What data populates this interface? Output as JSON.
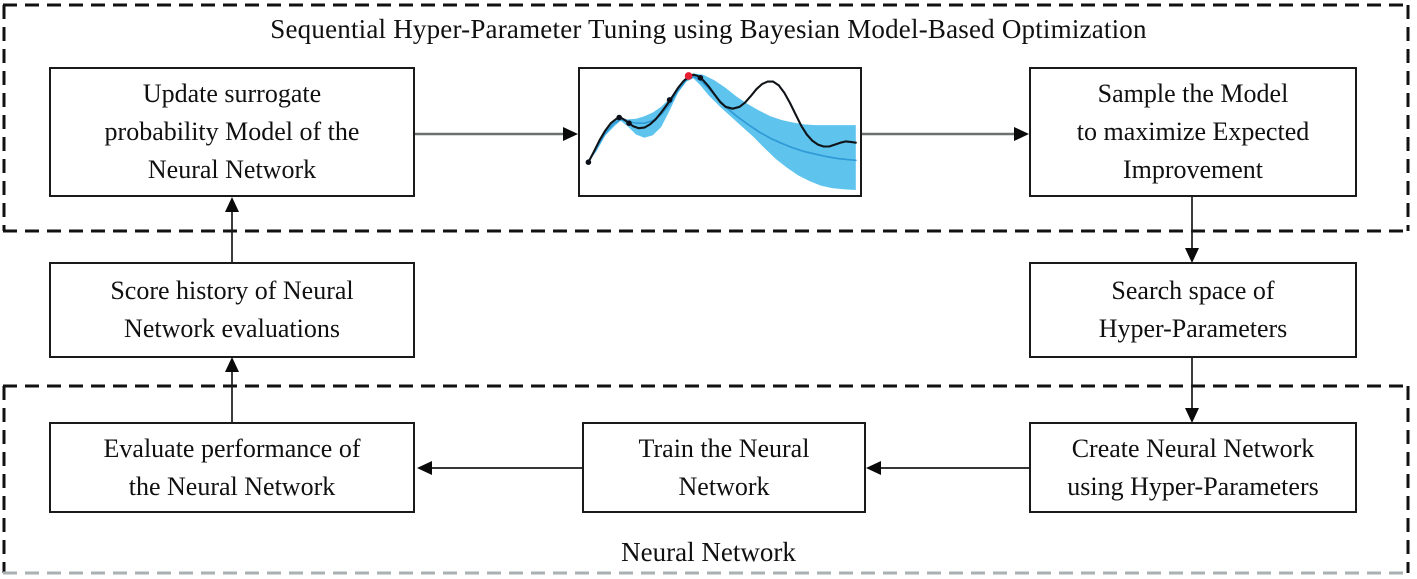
{
  "top_section": {
    "title": "Sequential Hyper-Parameter Tuning using Bayesian Model-Based Optimization"
  },
  "bottom_section": {
    "label": "Neural Network"
  },
  "boxes": {
    "update_surrogate": {
      "lines": [
        "Update surrogate",
        "probability Model of the",
        "Neural Network"
      ]
    },
    "sample_model": {
      "lines": [
        "Sample the Model",
        "to maximize Expected",
        "Improvement"
      ]
    },
    "score_history": {
      "lines": [
        "Score history of Neural",
        "Network evaluations"
      ]
    },
    "search_space": {
      "lines": [
        "Search space of",
        "Hyper-Parameters"
      ]
    },
    "evaluate_performance": {
      "lines": [
        "Evaluate performance of",
        "the Neural Network"
      ]
    },
    "train_network": {
      "lines": [
        "Train the Neural",
        "Network"
      ]
    },
    "create_network": {
      "lines": [
        "Create Neural Network",
        "using Hyper-Parameters"
      ]
    }
  },
  "connections": [
    {
      "from": "update_surrogate",
      "to": "surrogate_plot"
    },
    {
      "from": "surrogate_plot",
      "to": "sample_model"
    },
    {
      "from": "sample_model",
      "to": "search_space"
    },
    {
      "from": "search_space",
      "to": "create_network"
    },
    {
      "from": "create_network",
      "to": "train_network"
    },
    {
      "from": "train_network",
      "to": "evaluate_performance"
    },
    {
      "from": "evaluate_performance",
      "to": "score_history"
    },
    {
      "from": "score_history",
      "to": "update_surrogate"
    }
  ],
  "colors": {
    "box_border": "#1a1a1a",
    "dashed_border": "#111111",
    "dashed_border_bottom_edge": "#a9b1b3",
    "horizontal_arrow_line": "#6b7070",
    "vertical_arrow_line": "#1a1a1a",
    "arrowhead": "#0a0a0a"
  },
  "chart_data": {
    "type": "line",
    "title": "",
    "xlabel": "",
    "ylabel": "",
    "axes_visible": false,
    "description": "Gaussian process surrogate model illustration: true function, surrogate mean, uncertainty band, observed points and proposed (red) sample. Coordinates are fractions of plot area, y measured from top.",
    "colors": {
      "band": "#5ec4ee",
      "mean": "#2f9ad6",
      "true_function": "#101418",
      "observation": "#0a0f1a",
      "proposed": "#e61c30"
    },
    "series": {
      "true_function": [
        [
          0.03,
          0.74
        ],
        [
          0.05,
          0.655
        ],
        [
          0.07,
          0.565
        ],
        [
          0.09,
          0.49
        ],
        [
          0.11,
          0.43
        ],
        [
          0.13,
          0.395
        ],
        [
          0.145,
          0.385
        ],
        [
          0.16,
          0.405
        ],
        [
          0.175,
          0.43
        ],
        [
          0.19,
          0.455
        ],
        [
          0.21,
          0.47
        ],
        [
          0.23,
          0.465
        ],
        [
          0.25,
          0.44
        ],
        [
          0.27,
          0.4
        ],
        [
          0.29,
          0.345
        ],
        [
          0.31,
          0.285
        ],
        [
          0.33,
          0.22
        ],
        [
          0.35,
          0.15
        ],
        [
          0.37,
          0.095
        ],
        [
          0.39,
          0.06
        ],
        [
          0.405,
          0.045
        ],
        [
          0.42,
          0.055
        ],
        [
          0.44,
          0.09
        ],
        [
          0.46,
          0.14
        ],
        [
          0.48,
          0.2
        ],
        [
          0.5,
          0.26
        ],
        [
          0.52,
          0.3
        ],
        [
          0.545,
          0.315
        ],
        [
          0.57,
          0.3
        ],
        [
          0.59,
          0.265
        ],
        [
          0.61,
          0.215
        ],
        [
          0.63,
          0.16
        ],
        [
          0.65,
          0.12
        ],
        [
          0.67,
          0.1
        ],
        [
          0.69,
          0.1
        ],
        [
          0.71,
          0.13
        ],
        [
          0.73,
          0.19
        ],
        [
          0.75,
          0.27
        ],
        [
          0.77,
          0.36
        ],
        [
          0.79,
          0.45
        ],
        [
          0.81,
          0.52
        ],
        [
          0.83,
          0.57
        ],
        [
          0.85,
          0.6
        ],
        [
          0.87,
          0.615
        ],
        [
          0.89,
          0.615
        ],
        [
          0.91,
          0.6
        ],
        [
          0.93,
          0.585
        ],
        [
          0.95,
          0.575
        ],
        [
          0.97,
          0.58
        ],
        [
          0.985,
          0.585
        ]
      ],
      "surrogate_mean": [
        [
          0.03,
          0.74
        ],
        [
          0.06,
          0.62
        ],
        [
          0.09,
          0.51
        ],
        [
          0.12,
          0.435
        ],
        [
          0.145,
          0.4
        ],
        [
          0.17,
          0.415
        ],
        [
          0.2,
          0.43
        ],
        [
          0.23,
          0.43
        ],
        [
          0.26,
          0.41
        ],
        [
          0.29,
          0.36
        ],
        [
          0.32,
          0.28
        ],
        [
          0.35,
          0.17
        ],
        [
          0.38,
          0.085
        ],
        [
          0.405,
          0.06
        ],
        [
          0.43,
          0.09
        ],
        [
          0.46,
          0.155
        ],
        [
          0.49,
          0.23
        ],
        [
          0.52,
          0.3
        ],
        [
          0.56,
          0.375
        ],
        [
          0.6,
          0.44
        ],
        [
          0.64,
          0.5
        ],
        [
          0.68,
          0.55
        ],
        [
          0.72,
          0.59
        ],
        [
          0.76,
          0.625
        ],
        [
          0.8,
          0.655
        ],
        [
          0.84,
          0.675
        ],
        [
          0.88,
          0.695
        ],
        [
          0.92,
          0.71
        ],
        [
          0.96,
          0.72
        ],
        [
          0.985,
          0.725
        ]
      ],
      "uncertainty_band": [
        [
          0.03,
          0.74
        ],
        [
          0.06,
          0.6
        ],
        [
          0.09,
          0.48
        ],
        [
          0.12,
          0.41
        ],
        [
          0.145,
          0.385
        ],
        [
          0.17,
          0.4
        ],
        [
          0.2,
          0.395
        ],
        [
          0.23,
          0.375
        ],
        [
          0.26,
          0.345
        ],
        [
          0.29,
          0.3
        ],
        [
          0.32,
          0.235
        ],
        [
          0.35,
          0.14
        ],
        [
          0.38,
          0.06
        ],
        [
          0.405,
          0.035
        ],
        [
          0.44,
          0.045
        ],
        [
          0.48,
          0.09
        ],
        [
          0.52,
          0.15
        ],
        [
          0.56,
          0.22
        ],
        [
          0.6,
          0.28
        ],
        [
          0.64,
          0.33
        ],
        [
          0.68,
          0.375
        ],
        [
          0.72,
          0.405
        ],
        [
          0.76,
          0.425
        ],
        [
          0.8,
          0.44
        ],
        [
          0.84,
          0.445
        ],
        [
          0.88,
          0.445
        ],
        [
          0.92,
          0.445
        ],
        [
          0.985,
          0.445
        ],
        [
          0.985,
          0.96
        ],
        [
          0.94,
          0.955
        ],
        [
          0.9,
          0.945
        ],
        [
          0.86,
          0.925
        ],
        [
          0.82,
          0.89
        ],
        [
          0.78,
          0.845
        ],
        [
          0.74,
          0.785
        ],
        [
          0.7,
          0.715
        ],
        [
          0.66,
          0.63
        ],
        [
          0.62,
          0.54
        ],
        [
          0.58,
          0.46
        ],
        [
          0.54,
          0.38
        ],
        [
          0.5,
          0.3
        ],
        [
          0.46,
          0.21
        ],
        [
          0.43,
          0.13
        ],
        [
          0.405,
          0.075
        ],
        [
          0.38,
          0.1
        ],
        [
          0.35,
          0.19
        ],
        [
          0.32,
          0.33
        ],
        [
          0.29,
          0.46
        ],
        [
          0.26,
          0.525
        ],
        [
          0.23,
          0.545
        ],
        [
          0.2,
          0.52
        ],
        [
          0.17,
          0.455
        ],
        [
          0.145,
          0.41
        ],
        [
          0.12,
          0.46
        ],
        [
          0.09,
          0.53
        ],
        [
          0.06,
          0.65
        ],
        [
          0.03,
          0.74
        ]
      ],
      "observations": [
        [
          0.03,
          0.74
        ],
        [
          0.14,
          0.385
        ],
        [
          0.175,
          0.43
        ],
        [
          0.32,
          0.245
        ],
        [
          0.43,
          0.07
        ]
      ]
    },
    "proposed_point": [
      0.388,
      0.055
    ]
  }
}
